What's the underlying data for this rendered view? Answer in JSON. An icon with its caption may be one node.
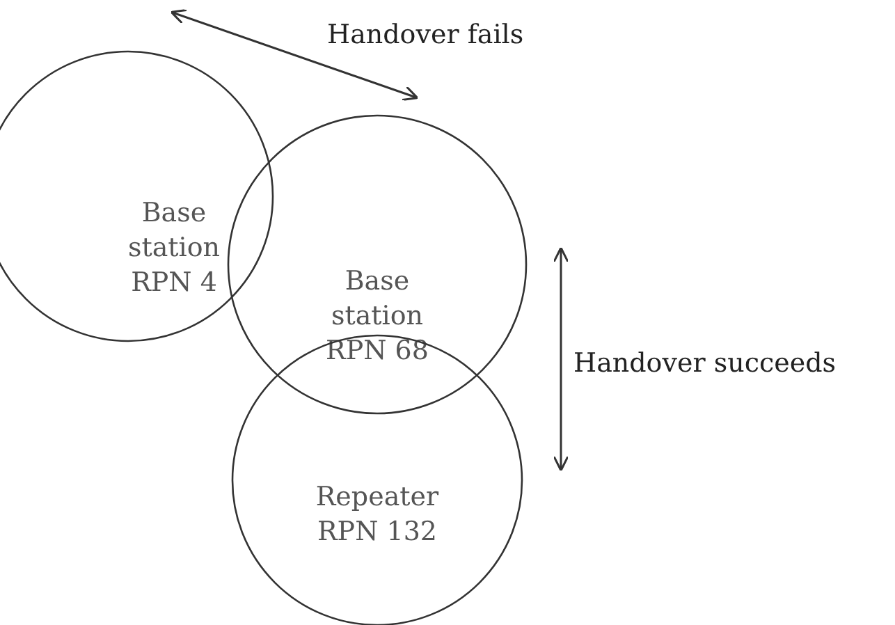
{
  "diagram": {
    "nodes": [
      {
        "text": [
          "Base station RPN 4"
        ]
      },
      {
        "text": [
          "Base station RPN 68"
        ]
      },
      {
        "text": [
          "Repeater RPN 132"
        ]
      }
    ],
    "labels": [
      "Handover fails",
      "Handover succeeds"
    ]
  }
}
